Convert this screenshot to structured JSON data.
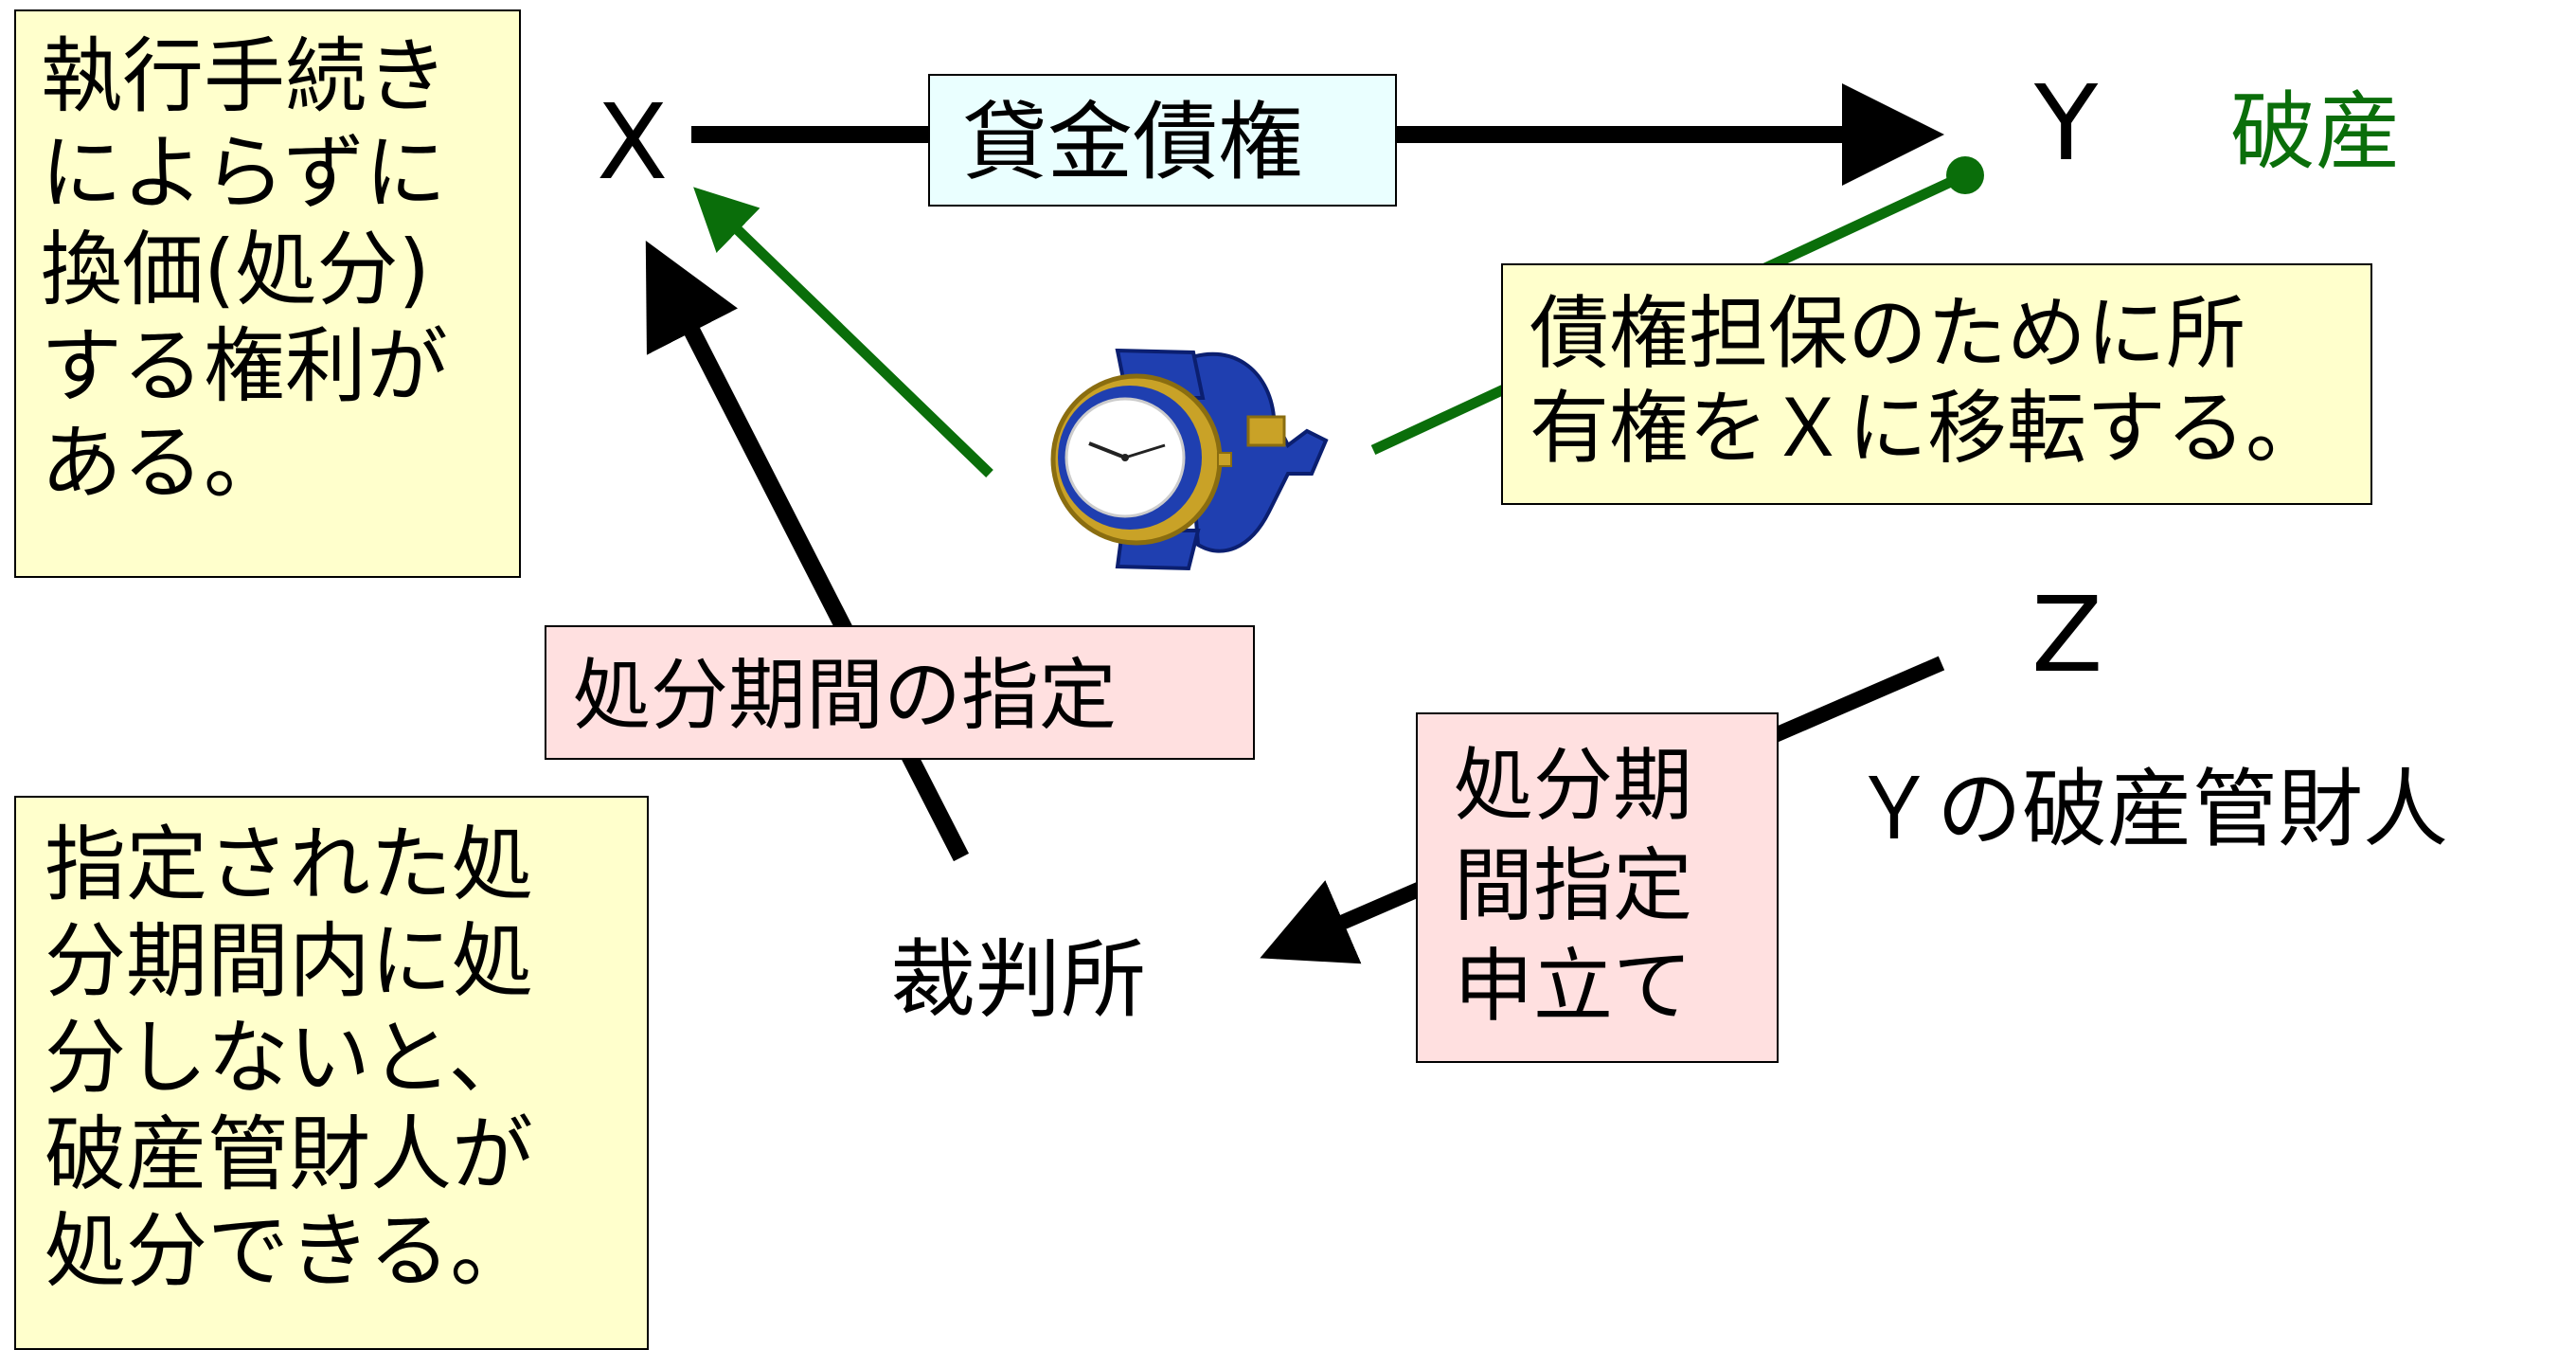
{
  "nodes": {
    "x": "X",
    "y": "Y",
    "y_status": "破産",
    "z": "Z",
    "z_desc": "Ｙの破産管財人",
    "court": "裁判所"
  },
  "labels": {
    "loan_claim": "貸金債権",
    "transfer_note": "債権担保のために所\n有権をＸに移転する。",
    "disposal_period_designation": "処分期間の指定",
    "disposal_period_request": "処分期\n間指定\n申立て"
  },
  "notes": {
    "top_left": "執行手続き\nによらずに\n換価(処分)\nする権利が\nある。",
    "bottom_left": "指定された処\n分期間内に処\n分しないと、\n破産管財人が\n処分できる。"
  },
  "colors": {
    "green": "#0a6e0a",
    "black": "#000000",
    "yellow_note": "#ffffcc",
    "pink_note": "#ffe0e0",
    "cyan_label": "#eaffff",
    "watch_blue": "#1f3fb0",
    "watch_gold": "#c9a227"
  },
  "icons": {
    "collateral": "wristwatch-icon"
  }
}
